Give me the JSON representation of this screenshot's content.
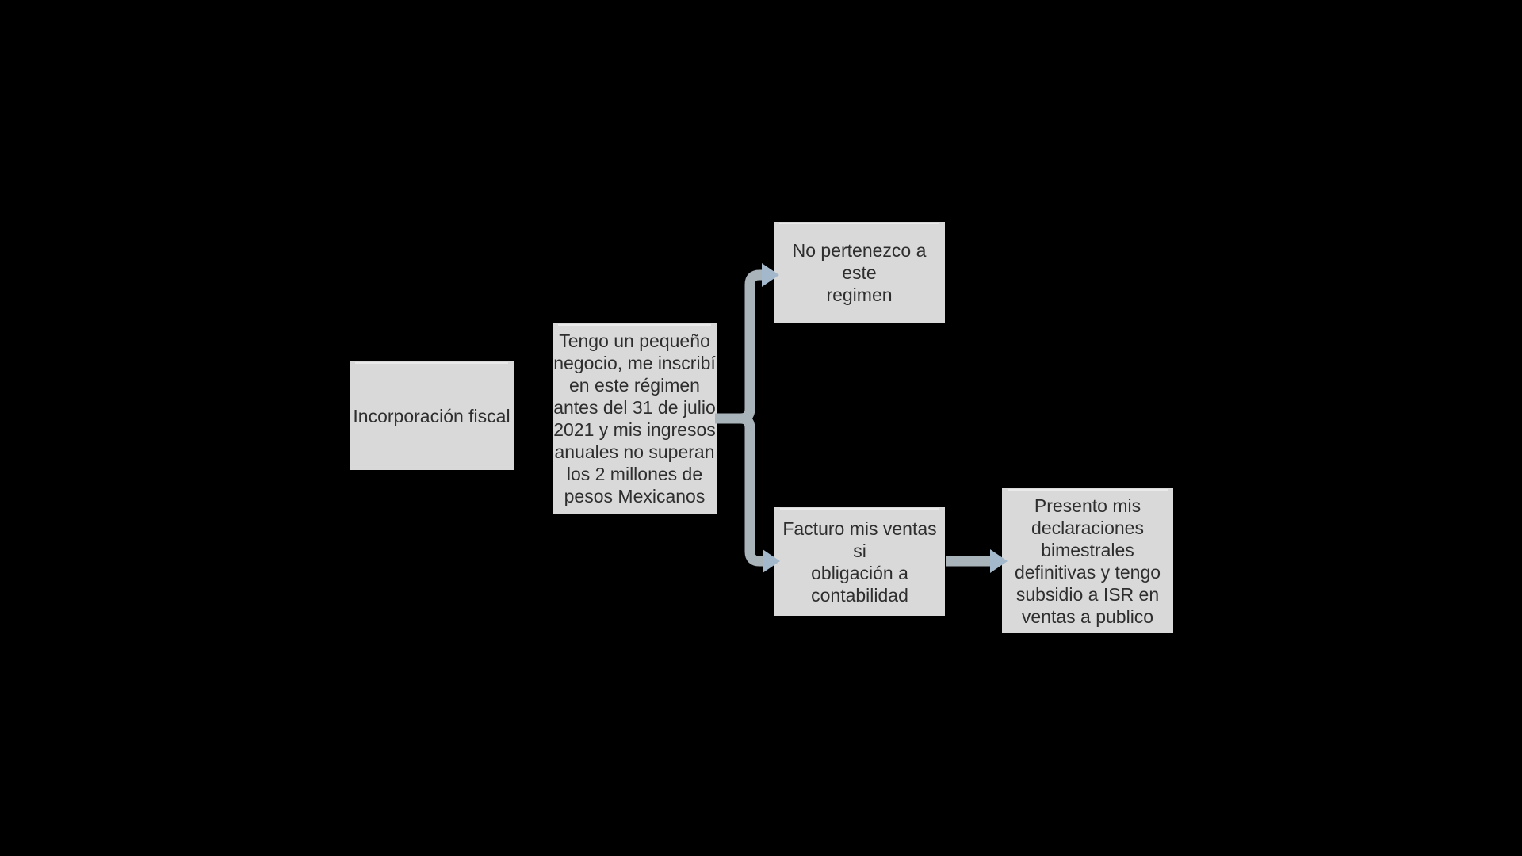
{
  "canvas": {
    "background": "#000000"
  },
  "colors": {
    "node_fill": "#d9d9d9",
    "node_top_highlight": "#ececec",
    "node_text": "#2e2e2e",
    "connector": "#a9b4ba",
    "arrowhead": "#a3b8ca"
  },
  "nodes": {
    "root": {
      "label": "Incorporación fiscal"
    },
    "condition": {
      "label": "Tengo un pequeño\nnegocio, me inscribí\nen este régimen\nantes del 31 de julio\n2021 y mis ingresos\nanuales no superan\nlos 2 millones de\npesos Mexicanos"
    },
    "no_regimen": {
      "label": "No pertenezco a este\nregimen"
    },
    "facturo": {
      "label": "Facturo mis ventas si\nobligación a\ncontabilidad"
    },
    "declaraciones": {
      "label": "Presento mis\ndeclaraciones\nbimestrales\ndefinitivas y tengo\nsubsidio a ISR en\nventas a publico"
    }
  }
}
